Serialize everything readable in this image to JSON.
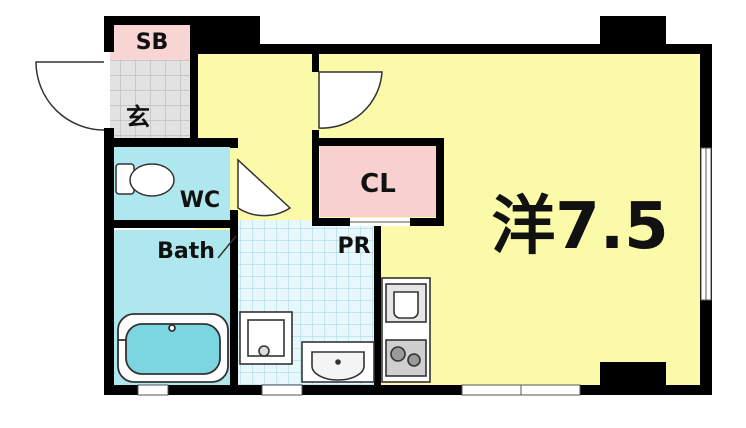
{
  "rooms": {
    "shoe_box": {
      "label": "SB"
    },
    "entrance": {
      "label": "玄"
    },
    "closet": {
      "label": "CL"
    },
    "toilet": {
      "label": "WC"
    },
    "bath": {
      "label": "Bath"
    },
    "powder_room": {
      "label": "PR"
    },
    "western_room": {
      "label": "洋7.5"
    }
  },
  "colors": {
    "wall": "#000000",
    "living": "#fafaa8",
    "wet_area": "#aee8ee",
    "closet_fill": "#f8d0d0",
    "tile": "#e6f6fb",
    "entrance_floor": "#e0e0e0"
  }
}
